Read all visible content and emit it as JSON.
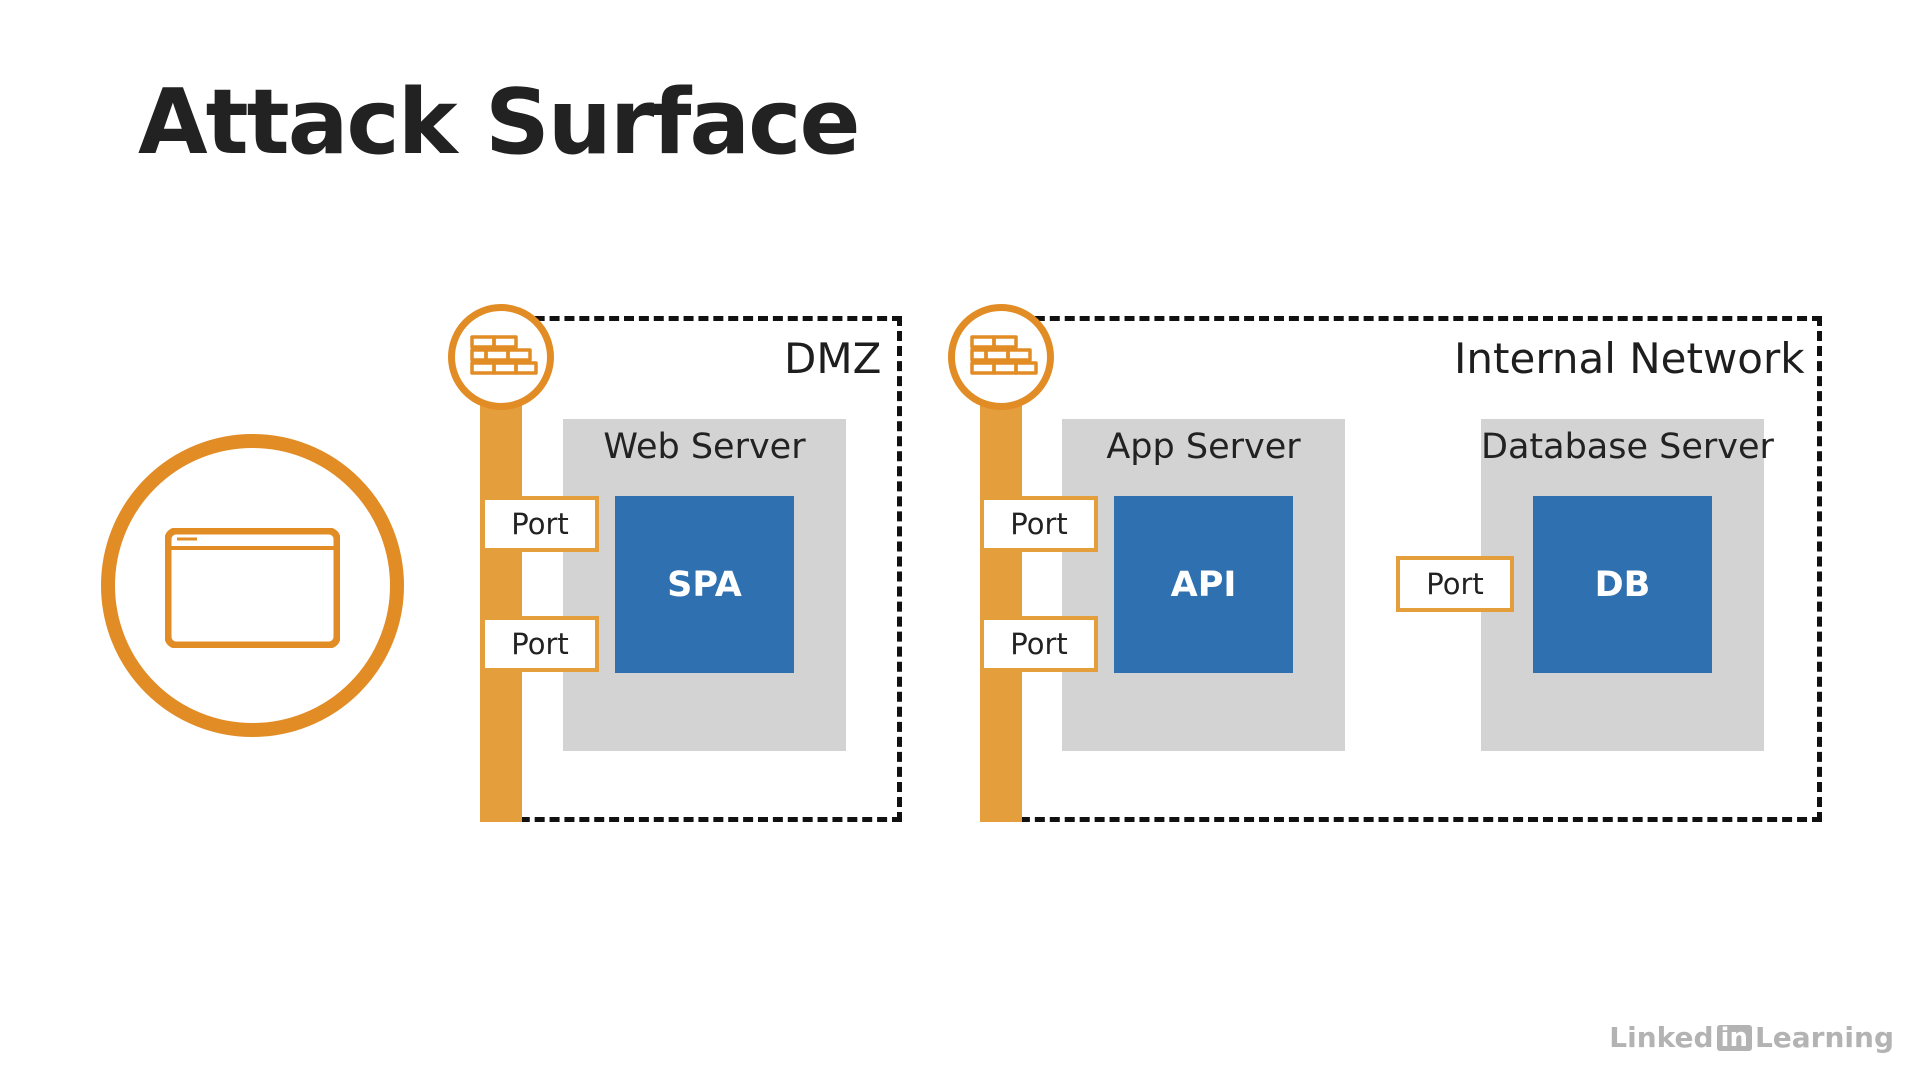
{
  "slide": {
    "title": "Attack Surface"
  },
  "zones": {
    "dmz_label": "DMZ",
    "internal_label": "Internal Network"
  },
  "servers": {
    "web": {
      "label": "Web Server",
      "app": "SPA",
      "ports": [
        "Port",
        "Port"
      ]
    },
    "app": {
      "label": "App Server",
      "app": "API",
      "ports": [
        "Port",
        "Port"
      ]
    },
    "db": {
      "label": "Database Server",
      "app": "DB",
      "ports": [
        "Port"
      ]
    }
  },
  "icons": {
    "client": "browser-window-icon",
    "firewall": "brick-wall-firewall-icon"
  },
  "watermark": {
    "brand_part1": "Linked",
    "brand_in": "in",
    "brand_part2": "Learning"
  },
  "colors": {
    "accent_orange": "#e28c25",
    "post_orange": "#e49e3c",
    "app_blue": "#2f71b0",
    "server_gray": "#d3d3d3"
  }
}
